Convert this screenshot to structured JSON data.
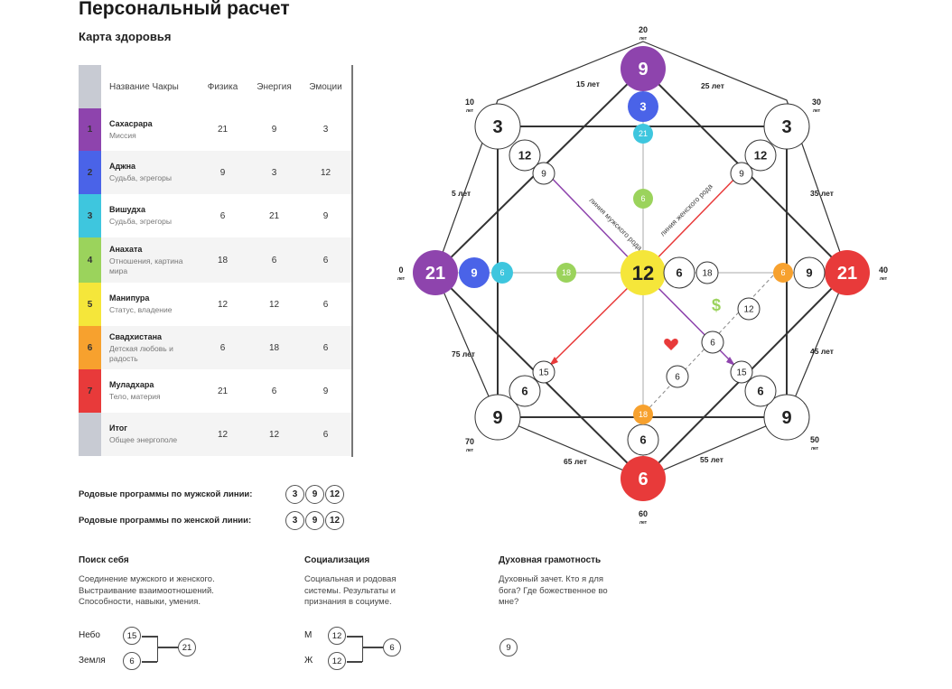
{
  "header": {
    "title": "Персональный расчет",
    "subtitle": "Карта здоровья"
  },
  "table": {
    "headers": {
      "name": "Название Чакры",
      "phys": "Физика",
      "energy": "Энергия",
      "emotions": "Эмоции"
    },
    "rows": [
      {
        "num": "1",
        "name": "Сахасрара",
        "sub": "Миссия",
        "phys": "21",
        "energy": "9",
        "emotions": "3",
        "color": "#8e44ad"
      },
      {
        "num": "2",
        "name": "Аджна",
        "sub": "Судьба, эгрегоры",
        "phys": "9",
        "energy": "3",
        "emotions": "12",
        "color": "#4a63e8"
      },
      {
        "num": "3",
        "name": "Вишудха",
        "sub": "Судьба, эгрегоры",
        "phys": "6",
        "energy": "21",
        "emotions": "9",
        "color": "#3ec6de"
      },
      {
        "num": "4",
        "name": "Анахата",
        "sub": "Отношения, картина мира",
        "phys": "18",
        "energy": "6",
        "emotions": "6",
        "color": "#9bd35c"
      },
      {
        "num": "5",
        "name": "Манипура",
        "sub": "Статус, владение",
        "phys": "12",
        "energy": "12",
        "emotions": "6",
        "color": "#f5e63a"
      },
      {
        "num": "6",
        "name": "Свадхистана",
        "sub": "Детская любовь и радость",
        "phys": "6",
        "energy": "18",
        "emotions": "6",
        "color": "#f7a12e"
      },
      {
        "num": "7",
        "name": "Муладхара",
        "sub": "Тело, материя",
        "phys": "21",
        "energy": "6",
        "emotions": "9",
        "color": "#e83a3a"
      },
      {
        "num": "",
        "name": "Итог",
        "sub": "Общее энергополе",
        "phys": "12",
        "energy": "12",
        "emotions": "6",
        "color": "#c8cbd3"
      }
    ]
  },
  "programs": {
    "male_label": "Родовые программы по мужской линии:",
    "male": [
      "3",
      "9",
      "12"
    ],
    "female_label": "Родовые программы по женской линии:",
    "female": [
      "3",
      "9",
      "12"
    ]
  },
  "sections": {
    "self": {
      "title": "Поиск себя",
      "text": "Соединение мужского и женского. Выстраивание взаимоотношений. Способности, навыки, умения.",
      "sky_label": "Небо",
      "sky": "15",
      "earth_label": "Земля",
      "earth": "6",
      "sum": "21"
    },
    "social": {
      "title": "Социализация",
      "text": "Социальная и родовая системы. Результаты и признания в социуме.",
      "m_label": "М",
      "m": "12",
      "zh_label": "Ж",
      "zh": "12",
      "sum": "6"
    },
    "spirit": {
      "title": "Духовная грамотность",
      "text": "Духовный зачет. Кто я для бога? Где божественное во мне?",
      "value": "9"
    }
  },
  "diagram": {
    "center": "12",
    "top": "9",
    "top2": "3",
    "top3": "21",
    "top4": "6",
    "left": "21",
    "left2": "9",
    "left3": "6",
    "left4": "18",
    "right": "21",
    "right2": "9",
    "right3": "6",
    "right_in": "6",
    "right_in2": "18",
    "bottom": "6",
    "bottom2": "6",
    "bottom3": "18",
    "tl_big": "3",
    "tl_mid": "12",
    "tl_small": "9",
    "tr_big": "3",
    "tr_mid": "12",
    "tr_small": "9",
    "bl_big": "9",
    "bl_mid": "6",
    "bl_small": "15",
    "br_big": "9",
    "br_mid": "6",
    "br_small": "15",
    "r_inner1": "12",
    "r_inner2": "6",
    "r_inner3": "6",
    "male_line": "линия мужского рода",
    "female_line": "линия женского рода",
    "dollar": "$",
    "ages": {
      "a0": "0",
      "a10": "10",
      "a20": "20",
      "a30": "30",
      "a40": "40",
      "a50": "50",
      "a60": "60",
      "a70": "70",
      "let": "лет",
      "y5": "5 лет",
      "y15": "15 лет",
      "y25": "25 лет",
      "y35": "35 лет",
      "y45": "45 лет",
      "y55": "55 лет",
      "y65": "65 лет",
      "y75": "75 лет"
    }
  }
}
